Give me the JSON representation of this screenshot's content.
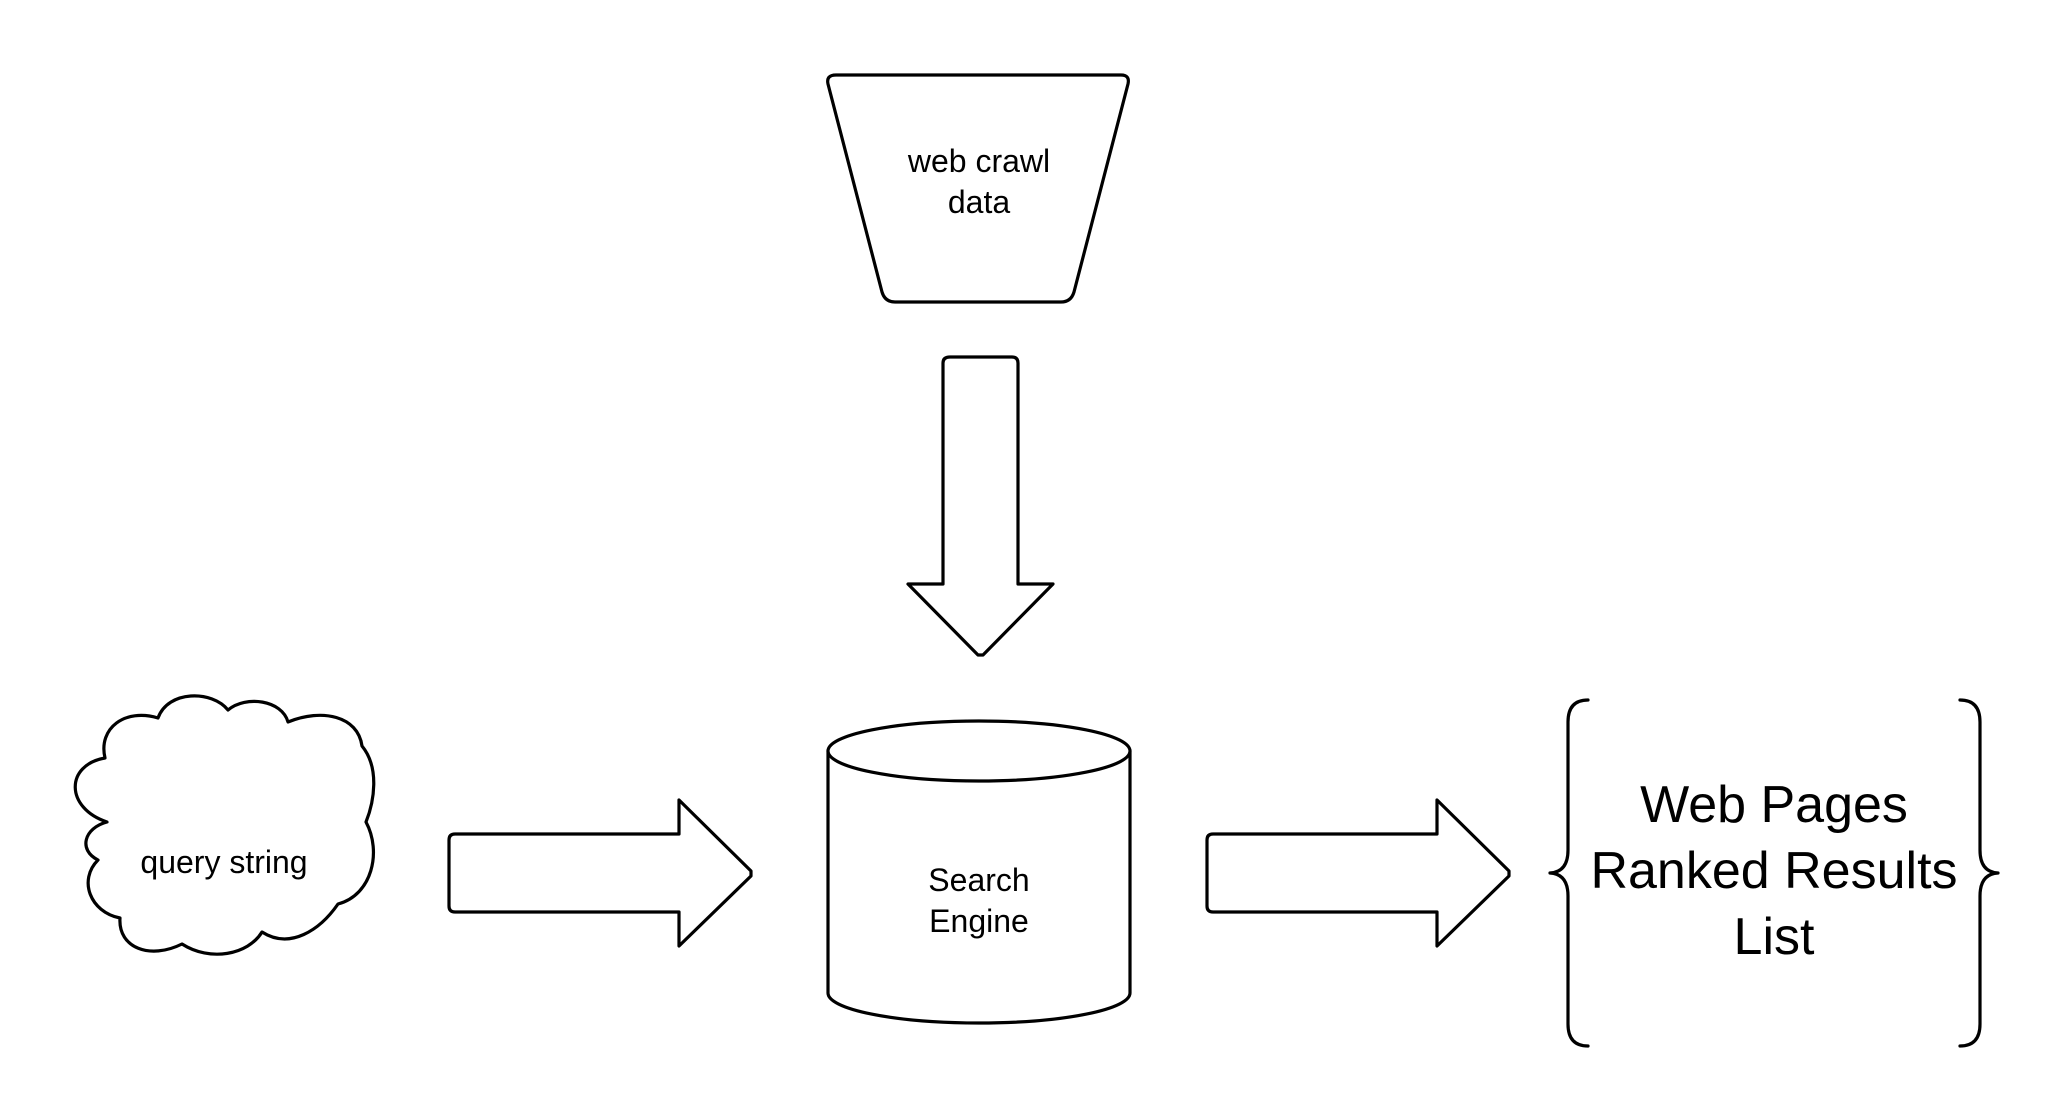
{
  "nodes": {
    "web_crawl": {
      "line1": "web crawl",
      "line2": "data",
      "shape": "trapezoid"
    },
    "query": {
      "label": "query string",
      "shape": "cloud"
    },
    "engine": {
      "line1": "Search",
      "line2": "Engine",
      "shape": "cylinder"
    },
    "results": {
      "line1": "Web Pages",
      "line2": "Ranked Results",
      "line3": "List",
      "shape": "curly-braces"
    }
  },
  "edges": [
    {
      "from": "web_crawl",
      "to": "engine",
      "shape": "block-arrow-down"
    },
    {
      "from": "query",
      "to": "engine",
      "shape": "block-arrow-right"
    },
    {
      "from": "engine",
      "to": "results",
      "shape": "block-arrow-right"
    }
  ],
  "colors": {
    "stroke": "#000000",
    "fill": "#ffffff",
    "background": "#ffffff"
  }
}
